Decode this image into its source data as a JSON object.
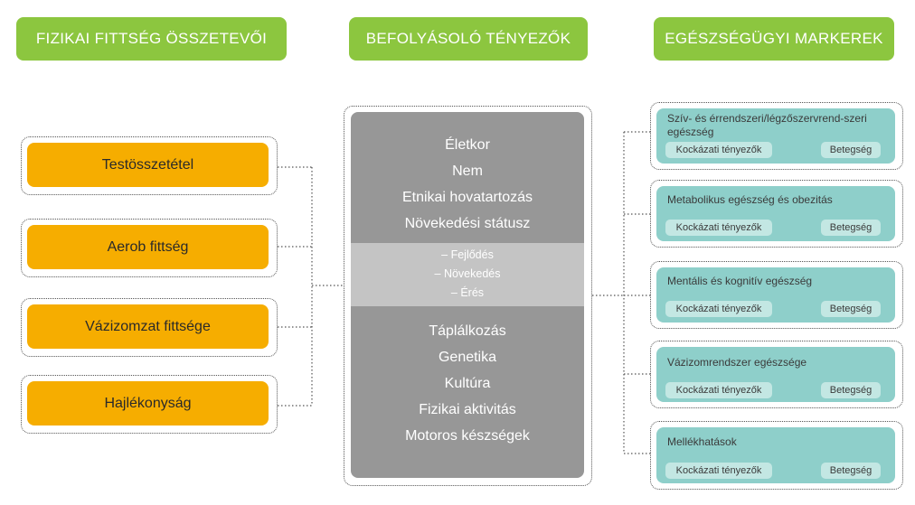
{
  "headers": {
    "left": "FIZIKAI FITTSÉG ÖSSZETEVŐI",
    "center": "BEFOLYÁSOLÓ TÉNYEZŐK",
    "right": "EGÉSZSÉGÜGYI MARKEREK"
  },
  "components": [
    "Testösszetétel",
    "Aerob fittség",
    "Vázizomzat fittsége",
    "Hajlékonyság"
  ],
  "factors_top": [
    "Életkor",
    "Nem",
    "Etnikai hovatartozás",
    "Növekedési státusz"
  ],
  "growth_sub": [
    "– Fejlődés",
    "– Növekedés",
    "– Érés"
  ],
  "factors_bottom": [
    "Táplálkozás",
    "Genetika",
    "Kultúra",
    "Fizikai aktivitás",
    "Motoros készségek"
  ],
  "markers": [
    {
      "title": "Szív- és érrendszeri/légzőszervrend-szeri egészség",
      "risk": "Kockázati tényezők",
      "disease": "Betegség"
    },
    {
      "title": "Metabolikus egészség és obezitás",
      "risk": "Kockázati tényezők",
      "disease": "Betegség"
    },
    {
      "title": "Mentális és kognitív egészség",
      "risk": "Kockázati tényezők",
      "disease": "Betegség"
    },
    {
      "title": "Vázizomrendszer egészsége",
      "risk": "Kockázati tényezők",
      "disease": "Betegség"
    },
    {
      "title": "Mellékhatások",
      "risk": "Kockázati tényezők",
      "disease": "Betegség"
    }
  ],
  "colors": {
    "header": "#8cc63f",
    "component": "#f6ad00",
    "factor": "#979797",
    "factor_band": "#c4c4c4",
    "marker": "#8ecfca",
    "pill": "#c3e7e3"
  }
}
